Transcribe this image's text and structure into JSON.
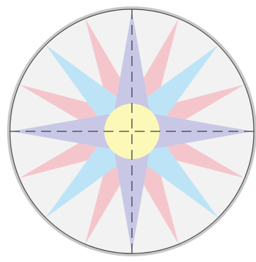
{
  "compass_rose": {
    "colors": {
      "background": "#f2f2f2",
      "outer_ring": "#c8c8c8",
      "inner_ring": "#4a4a4a",
      "primary_points": "#c8c8e6",
      "secondary_points": "#bde4f6",
      "tertiary_points": "#f4c6cc",
      "center_disc": "#fcf8b8",
      "crosshair": "#3a3a4a"
    },
    "point_counts": {
      "primary": 4,
      "secondary": 4,
      "tertiary": 8
    },
    "crosshair_style": "dashed",
    "icon": "compass-rose-icon"
  }
}
